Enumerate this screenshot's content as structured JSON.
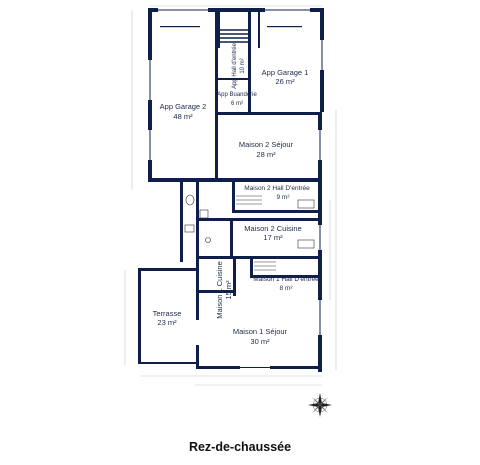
{
  "rooms": [
    {
      "id": "app-garage-2",
      "name": "App Garage 2",
      "area": "48 m²"
    },
    {
      "id": "app-hall-entree",
      "name": "App Hall d'entrée",
      "area": "10 m²"
    },
    {
      "id": "app-buanderie",
      "name": "App Buanderie",
      "area": "6 m²"
    },
    {
      "id": "app-garage-1",
      "name": "App Garage 1",
      "area": "26 m²"
    },
    {
      "id": "maison-2-sejour",
      "name": "Maison 2 Séjour",
      "area": "28 m²"
    },
    {
      "id": "maison-2-hall",
      "name": "Maison 2 Hall D'entrée",
      "area": "9 m²"
    },
    {
      "id": "maison-2-cuisine",
      "name": "Maison 2 Cuisine",
      "area": "17 m²"
    },
    {
      "id": "maison-1-hall",
      "name": "Maison 1 Hall D'entrée",
      "area": "8 m²"
    },
    {
      "id": "terrasse",
      "name": "Terrasse",
      "area": "23 m²"
    },
    {
      "id": "maison-1-cuisine",
      "name": "Maison 1 Cuisine",
      "area": "15 m²"
    },
    {
      "id": "maison-1-sejour",
      "name": "Maison 1 Séjour",
      "area": "30 m²"
    }
  ],
  "floor_title": "Rez-de-chaussée",
  "compass": {
    "icon": "compass-rose-icon"
  },
  "colors": {
    "wall": "#0f1f4a",
    "label": "#1e2a48",
    "dimension": "#9a9a9a"
  }
}
